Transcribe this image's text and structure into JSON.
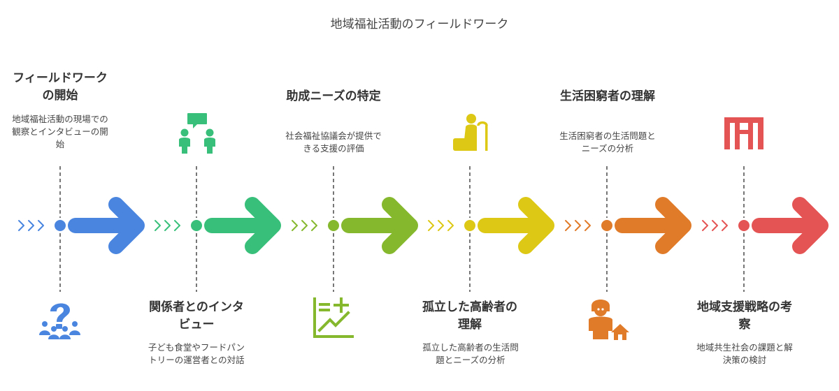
{
  "title": "地域福祉活動のフィールドワーク",
  "steps": [
    {
      "heading": "フィールドワークの開始",
      "description": "地域福祉活動の現場での観察とインタビューの開始",
      "color": "#4a86e0",
      "icon": "question-people-icon"
    },
    {
      "heading": "関係者とのインタビュー",
      "description": "子ども食堂やフードパントリーの運営者との対話",
      "color": "#38c07a",
      "icon": "conversation-icon"
    },
    {
      "heading": "助成ニーズの特定",
      "description": "社会福祉協議会が提供できる支援の評価",
      "color": "#86b82e",
      "icon": "chart-plus-icon"
    },
    {
      "heading": "孤立した高齢者の理解",
      "description": "孤立した高齢者の生活問題とニーズの分析",
      "color": "#dcc815",
      "icon": "elderly-person-icon"
    },
    {
      "heading": "生活困窮者の理解",
      "description": "生活困窮者の生活問題とニーズの分析",
      "color": "#e07b2a",
      "icon": "person-home-icon"
    },
    {
      "heading": "地域支援戦略の考察",
      "description": "地域共生社会の課題と解決策の検討",
      "color": "#e55454",
      "icon": "strategy-icon"
    }
  ]
}
